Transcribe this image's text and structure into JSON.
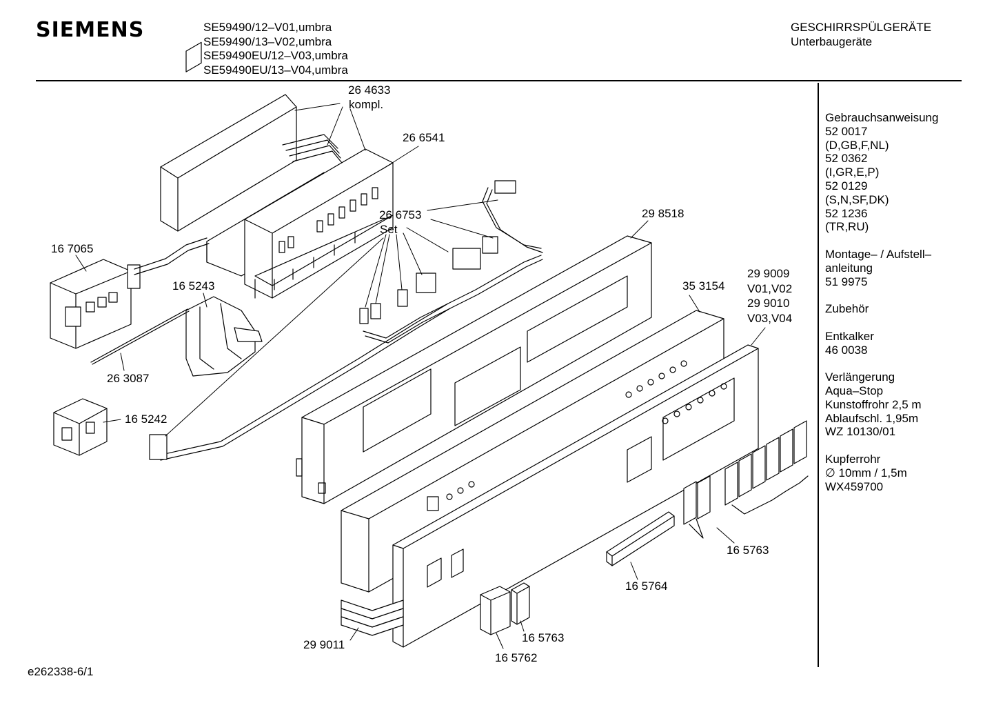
{
  "header": {
    "brand": "SIEMENS",
    "models": [
      "SE59490/12–V01,umbra",
      "SE59490/13–V02,umbra",
      "SE59490EU/12–V03,umbra",
      "SE59490EU/13–V04,umbra"
    ],
    "category": [
      "GESCHIRRSPÜLGERÄTE",
      "Unterbaugeräte"
    ]
  },
  "sidebar": {
    "groups": [
      [
        "Gebrauchsanweisung",
        "52 0017",
        "(D,GB,F,NL)",
        "52 0362",
        "(I,GR,E,P)",
        "52 0129",
        "(S,N,SF,DK)",
        "52 1236",
        "(TR,RU)"
      ],
      [
        "Montage– / Aufstell–",
        "anleitung",
        "51 9975"
      ],
      [
        "Zubehör"
      ],
      [
        "Entkalker",
        "46 0038"
      ],
      [
        "Verlängerung",
        "Aqua–Stop",
        "Kunstoffrohr 2,5 m",
        "Ablaufschl. 1,95m",
        "WZ 10130/01"
      ],
      [
        "Kupferrohr",
        "∅ 10mm / 1,5m",
        "WX459700"
      ]
    ]
  },
  "parts": {
    "p264633": "26 4633",
    "p264633_note": "kompl.",
    "p266541": "26 6541",
    "p266753": "26 6753",
    "p266753_note": "Set",
    "p298518": "29 8518",
    "p167065": "16 7065",
    "p165243": "16 5243",
    "p353154": "35 3154",
    "p299009": "29 9009",
    "p299009_note": "V01,V02",
    "p299010": "29 9010",
    "p299010_note": "V03,V04",
    "p263087": "26 3087",
    "p165242": "16 5242",
    "p165763a": "16 5763",
    "p165764": "16 5764",
    "p299011": "29 9011",
    "p165763b": "16 5763",
    "p165762": "16 5762"
  },
  "footer": {
    "code": "e262338-6/1"
  }
}
